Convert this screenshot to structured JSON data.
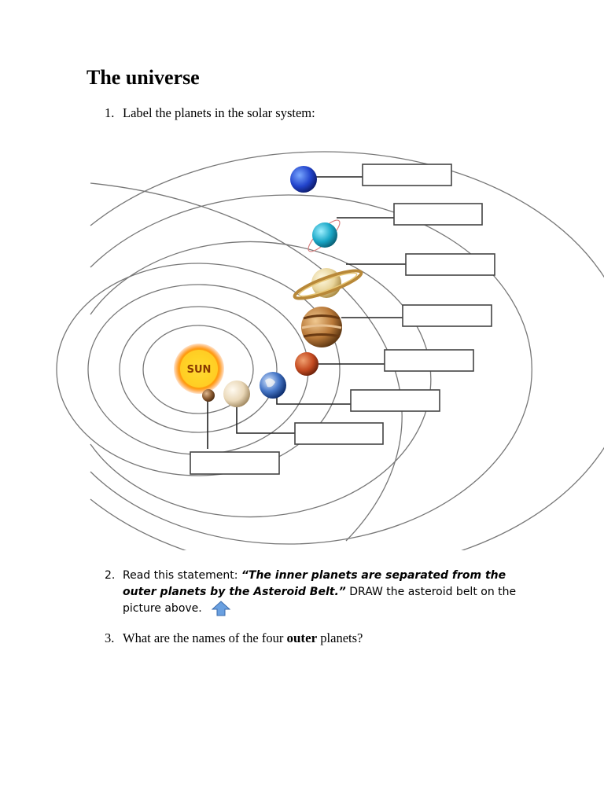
{
  "title": "The universe",
  "question1": {
    "number": "1.",
    "text": "Label the planets in the solar system:"
  },
  "diagram": {
    "sun_label": "SUN"
  },
  "question2": {
    "number": "2.",
    "lead": "Read this statement: ",
    "quote_line1": "“The inner planets are separated from the",
    "quote_line2": "outer planets by the Asteroid Belt.”",
    "instruction": " DRAW the asteroid belt on the",
    "instruction_end": "picture above.",
    "arrow_icon": "up-arrow-icon"
  },
  "question3": {
    "number": "3.",
    "text_before": "What are the names of the four ",
    "text_bold": "outer",
    "text_after": " planets?"
  }
}
